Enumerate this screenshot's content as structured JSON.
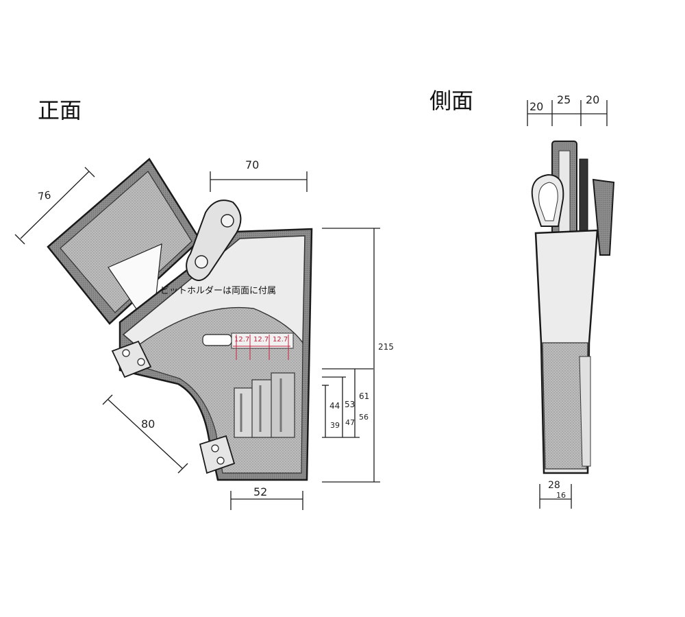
{
  "titles": {
    "front": "正面",
    "side": "側面"
  },
  "note": "ビットホルダーは両面に付属",
  "dimensions": {
    "flap_width": "76",
    "top_width": "70",
    "height": "215",
    "diag_width": "80",
    "bottom_width": "52",
    "pocket_a": "44",
    "pocket_a_sub": "39",
    "pocket_b": "53",
    "pocket_b_sub": "47",
    "pocket_c": "61",
    "pocket_c_sub": "56",
    "side_left": "20",
    "side_mid": "25",
    "side_right": "20",
    "side_bottom": "28",
    "side_bottom_sub": "16"
  },
  "bit_slots": [
    "12.7",
    "12.7",
    "12.7"
  ],
  "colors": {
    "line": "#1a1a1a",
    "fabric": "#8a8a8a",
    "mesh": "#b7b7b7",
    "light": "#ebebeb",
    "red": "#c0203a"
  }
}
